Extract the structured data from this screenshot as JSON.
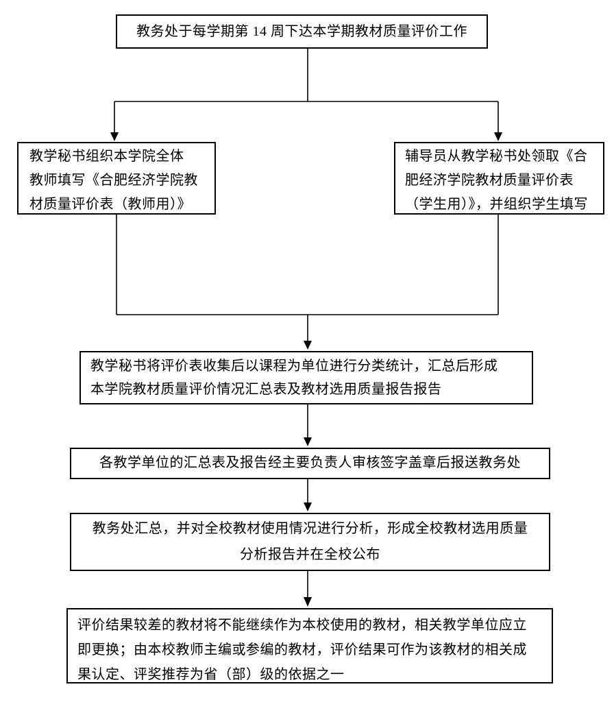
{
  "page": {
    "background_color": "#ffffff",
    "line_color": "#000000",
    "box_border_color": "#000000",
    "text_color": "#000000"
  },
  "boxes": {
    "start": {
      "text": "教务处于每学期第 14 周下达本学期教材质量评价工作"
    },
    "teacher": {
      "lines": [
        "教学秘书组织本学院全体",
        "教师填写《合肥经济学院教",
        "材质量评价表（教师用）》"
      ]
    },
    "student": {
      "lines": [
        "辅导员从教学秘书处领取《合",
        "肥经济学院教材质量评价表",
        "（学生用）》，并组织学生填写"
      ]
    },
    "collect": {
      "lines": [
        "教学秘书将评价表收集后以课程为单位进行分类统计，汇总后形成",
        "本学院教材质量评价情况汇总表及教材选用质量报告报告"
      ]
    },
    "submit": {
      "text": "各教学单位的汇总表及报告经主要负责人审核签字盖章后报送教务处"
    },
    "analyze": {
      "lines": [
        "教务处汇总，并对全校教材使用情况进行分析，形成全校教材选用质量",
        "分析报告并在全校公布"
      ]
    },
    "result": {
      "lines": [
        "评价结果较差的教材将不能继续作为本校使用的教材，相关教学单位应立",
        "即更换；由本校教师主编或参编的教材，评价结果可作为该教材的相关成",
        "果认定、评奖推荐为省（部）级的依据之一"
      ]
    }
  }
}
